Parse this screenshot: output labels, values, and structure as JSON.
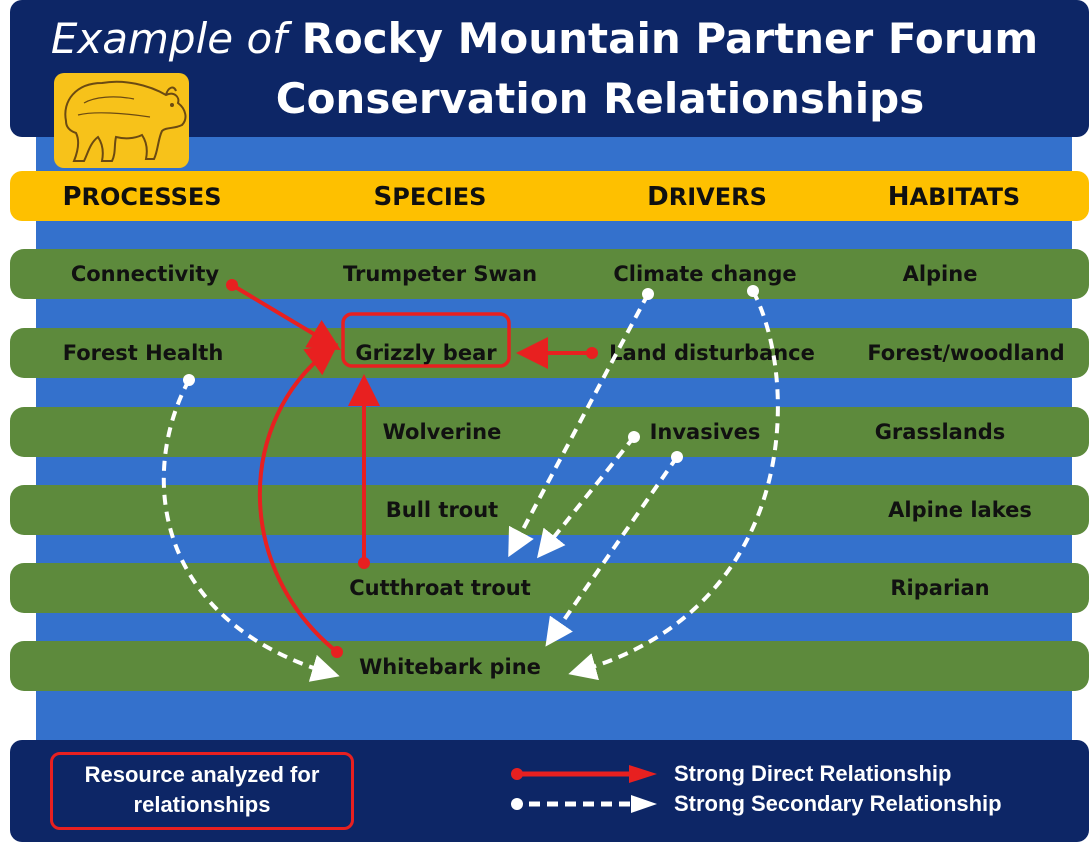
{
  "title": {
    "line1_italic": "Example of",
    "line1_rest": "Rocky Mountain Partner Forum",
    "line2": "Conservation Relationships"
  },
  "categories": {
    "processes": {
      "first": "P",
      "rest": "ROCESSES"
    },
    "species": {
      "first": "S",
      "rest": "PECIES"
    },
    "drivers": {
      "first": "D",
      "rest": "RIVERS"
    },
    "habitats": {
      "first": "H",
      "rest": "ABITATS"
    }
  },
  "processes": [
    "Connectivity",
    "Forest Health"
  ],
  "species": [
    "Trumpeter Swan",
    "Grizzly bear",
    "Wolverine",
    "Bull trout",
    "Cutthroat trout",
    "Whitebark pine"
  ],
  "drivers": [
    "Climate change",
    "Land disturbance",
    "Invasives"
  ],
  "habitats": [
    "Alpine",
    "Forest/woodland",
    "Grasslands",
    "Alpine lakes",
    "Riparian"
  ],
  "legend": {
    "box_label": "Resource analyzed for relationships",
    "direct": "Strong Direct Relationship",
    "secondary": "Strong Secondary Relationship"
  },
  "colors": {
    "header": "#0d2666",
    "background_stripes": "#3471cc",
    "row_green": "#5d8a3c",
    "category_bar": "#fec000",
    "direct_arrow": "#e82020",
    "secondary_arrow": "#ffffff",
    "logo_bg": "#f7c21a"
  },
  "icons": {
    "logo": "grizzly-bear-icon"
  }
}
